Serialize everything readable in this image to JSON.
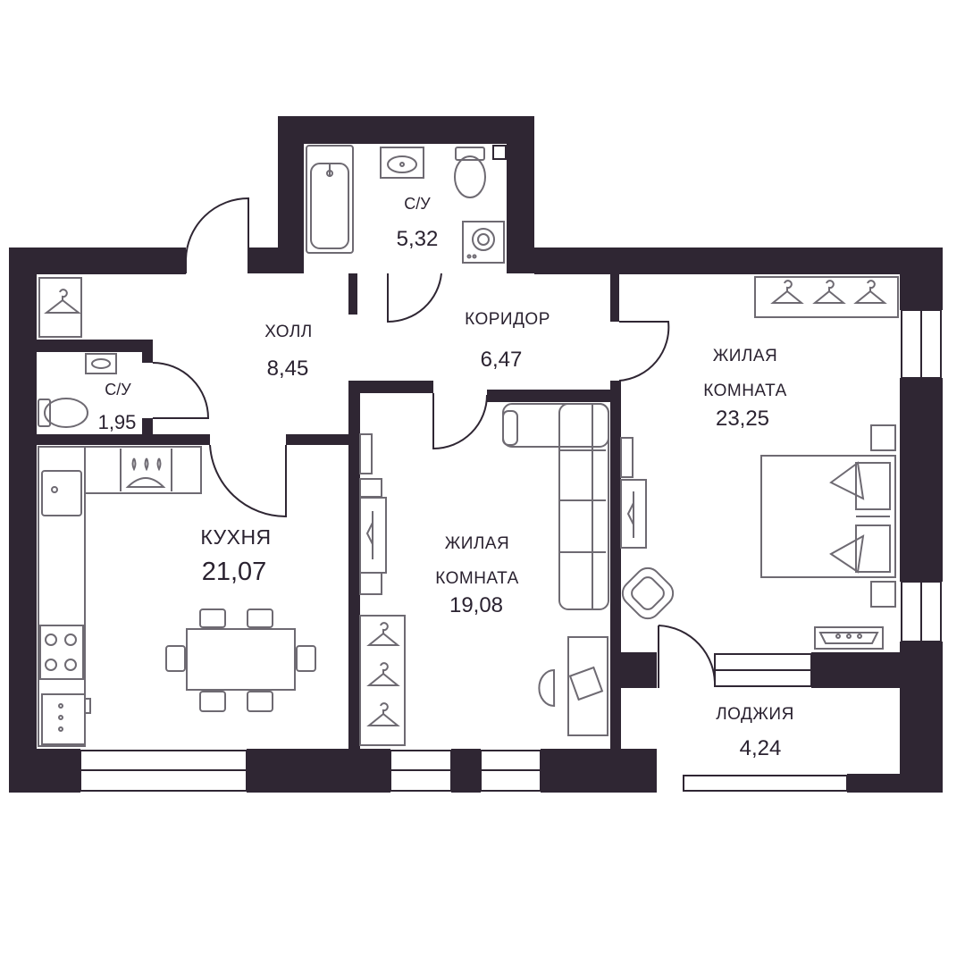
{
  "colors": {
    "wall": "#2f2633",
    "line": "#6e6a72",
    "text": "#2a2230",
    "background": "#ffffff"
  },
  "rooms": {
    "bath_top": {
      "name": "С/У",
      "area": "5,32"
    },
    "hall": {
      "name": "ХОЛЛ",
      "area": "8,45"
    },
    "corridor": {
      "name": "КОРИДОР",
      "area": "6,47"
    },
    "bath_small": {
      "name": "С/У",
      "area": "1,95"
    },
    "kitchen": {
      "name": "КУХНЯ",
      "area": "21,07"
    },
    "living_middle": {
      "name_line1": "ЖИЛАЯ",
      "name_line2": "КОМНАТА",
      "area": "19,08"
    },
    "living_right": {
      "name_line1": "ЖИЛАЯ",
      "name_line2": "КОМНАТА",
      "area": "23,25"
    },
    "loggia": {
      "name": "ЛОДЖИЯ",
      "area": "4,24"
    }
  },
  "icons": [
    "bathtub-icon",
    "sink-icon",
    "toilet-icon",
    "washing-machine-icon",
    "hanger-icon",
    "stove-icon",
    "sofa-icon",
    "bed-icon",
    "armchair-icon",
    "desk-icon",
    "dining-table-icon"
  ]
}
